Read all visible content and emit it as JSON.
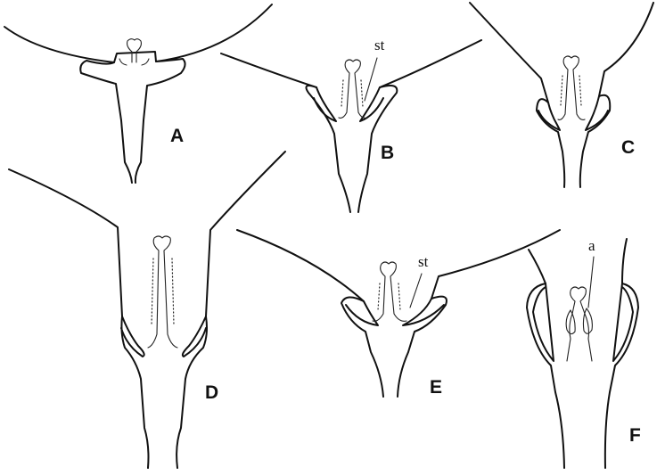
{
  "panels": [
    {
      "id": "A",
      "label": "A"
    },
    {
      "id": "B",
      "label": "B",
      "annotation": "st"
    },
    {
      "id": "C",
      "label": "C"
    },
    {
      "id": "D",
      "label": "D"
    },
    {
      "id": "E",
      "label": "E",
      "annotation": "st"
    },
    {
      "id": "F",
      "label": "F",
      "annotation": "a"
    }
  ]
}
